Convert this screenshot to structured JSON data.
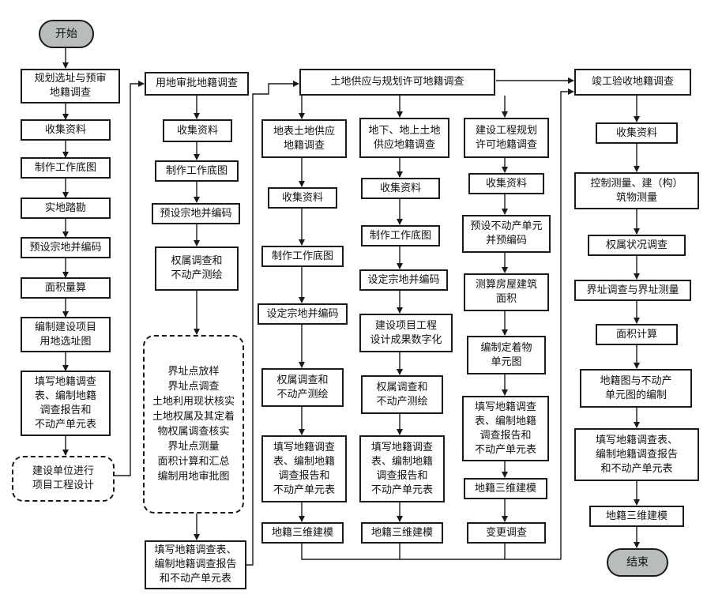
{
  "start": "开始",
  "end": "结束",
  "col1": {
    "items": [
      "规划选址与预审\n地籍调查",
      "收集资料",
      "制作工作底图",
      "实地踏勘",
      "预设宗地并编码",
      "面积量算",
      "编制建设项目\n用地选址图",
      "填写地籍调查\n表、编制地籍\n调查报告和\n不动产单元表",
      "建设单位进行\n项目工程设计"
    ]
  },
  "col2": {
    "items": [
      "用地审批地籍调查",
      "收集资料",
      "制作工作底图",
      "预设宗地并编码",
      "权属调查和\n不动产测绘",
      "界址点放样\n界址点调查\n土地利用现状核实\n土地权属及其定着\n物权属调查核实\n界址点测量\n面积计算和汇总\n编制用地审批图",
      "填写地籍调查表、\n编制地籍调查报告\n和不动产单元表"
    ]
  },
  "col3": {
    "title": "土地供应与规划许可地籍调查",
    "sub_a": [
      "地表土地供应\n地籍调查",
      "收集资料",
      "制作工作底图",
      "设定宗地并编码",
      "权属调查和\n不动产测绘",
      "填写地籍调查\n表、编制地籍\n调查报告和\n不动产单元表",
      "地籍三维建模"
    ],
    "sub_b": [
      "地下、地上土地\n供应地籍调查",
      "收集资料",
      "制作工作底图",
      "设定宗地并编码",
      "建设项目工程\n设计成果数字化",
      "权属调查和\n不动产测绘",
      "填写地籍调查\n表、编制地籍\n调查报告和\n不动产单元表",
      "地籍三维建模"
    ],
    "sub_c": [
      "建设工程规划\n许可地籍调查",
      "收集资料",
      "预设不动产单元\n并预编码",
      "测算房屋建筑\n面积",
      "编制定着物\n单元图",
      "填写地籍调查\n表、编制地籍\n调查报告和\n不动产单元表",
      "地籍三维建模",
      "变更调查"
    ]
  },
  "col4": {
    "items": [
      "竣工验收地籍调查",
      "收集资料",
      "控制测量、建（构）\n筑物测量",
      "权属状况调查",
      "界址调查与界址测量",
      "面积计算",
      "地籍图与不动产\n单元图的编制",
      "填写地籍调查表、\n编制地籍调查报告\n和不动产单元表",
      "地籍三维建模"
    ]
  }
}
